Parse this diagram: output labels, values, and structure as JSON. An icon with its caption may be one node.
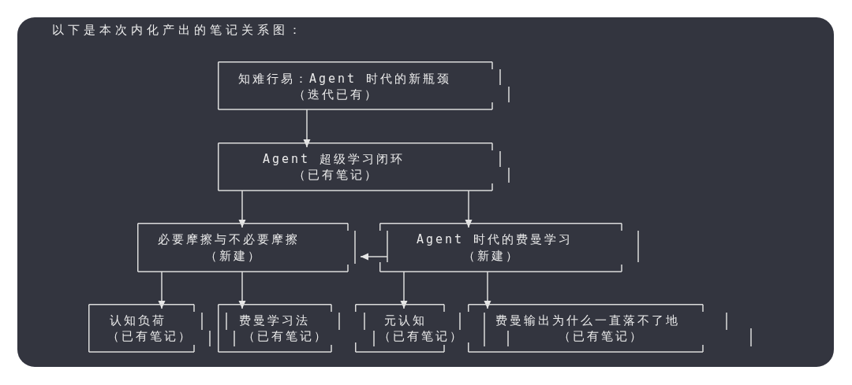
{
  "diagram": {
    "title": "以下是本次内化产出的笔记关系图：",
    "nodes": [
      {
        "text": [
          "知难行易：Agent 时代的新瓶颈",
          "（迭代已有）"
        ]
      },
      {
        "text": [
          "Agent 超级学习闭环",
          "（已有笔记）"
        ]
      },
      {
        "text": [
          "必要摩擦与不必要摩擦",
          "（新建）"
        ]
      },
      {
        "text": [
          "Agent 时代的费曼学习",
          "（新建）"
        ]
      },
      {
        "text": [
          "认知负荷",
          "（已有笔记）"
        ]
      },
      {
        "text": [
          "费曼学习法",
          "（已有笔记）"
        ]
      },
      {
        "text": [
          "元认知",
          "（已有笔记）"
        ]
      },
      {
        "text": [
          "费曼输出为什么一直落不了地",
          "（已有笔记）"
        ]
      }
    ],
    "edges": [
      {
        "from": 0,
        "to": 1,
        "arrow": "to"
      },
      {
        "from": 1,
        "to": 2,
        "arrow": "to"
      },
      {
        "from": 1,
        "to": 3,
        "arrow": "to"
      },
      {
        "from": 3,
        "to": 2,
        "arrow": "to"
      },
      {
        "from": 2,
        "to": 4,
        "arrow": "to"
      },
      {
        "from": 2,
        "to": 5,
        "arrow": "to"
      },
      {
        "from": 3,
        "to": 6,
        "arrow": "to"
      },
      {
        "from": 3,
        "to": 7,
        "arrow": "to"
      }
    ]
  }
}
